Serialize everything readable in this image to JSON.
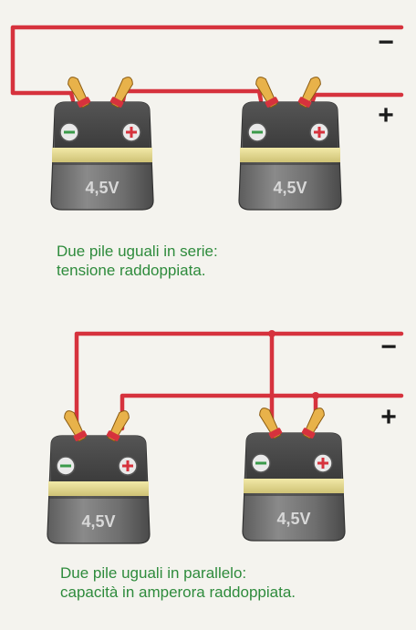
{
  "figures": [
    {
      "id": "series",
      "caption_lines": [
        "Due pile uguali in serie:",
        "tensione raddoppiata."
      ],
      "batteries": [
        {
          "voltage": "4,5V"
        },
        {
          "voltage": "4,5V"
        }
      ],
      "terminal_signs": {
        "negative": "−",
        "positive": "+"
      }
    },
    {
      "id": "parallel",
      "caption_lines": [
        "Due pile uguali in parallelo:",
        "capacità in amperora raddoppiata."
      ],
      "batteries": [
        {
          "voltage": "4,5V"
        },
        {
          "voltage": "4,5V"
        }
      ],
      "terminal_signs": {
        "negative": "−",
        "positive": "+"
      }
    }
  ],
  "colors": {
    "wire": "#d6323d",
    "battery_body": "#707070",
    "battery_band": "#e5d98c",
    "clip": "#e8b24a",
    "caption_text": "#2e8b3c",
    "sign_text": "#1a1a1a"
  }
}
